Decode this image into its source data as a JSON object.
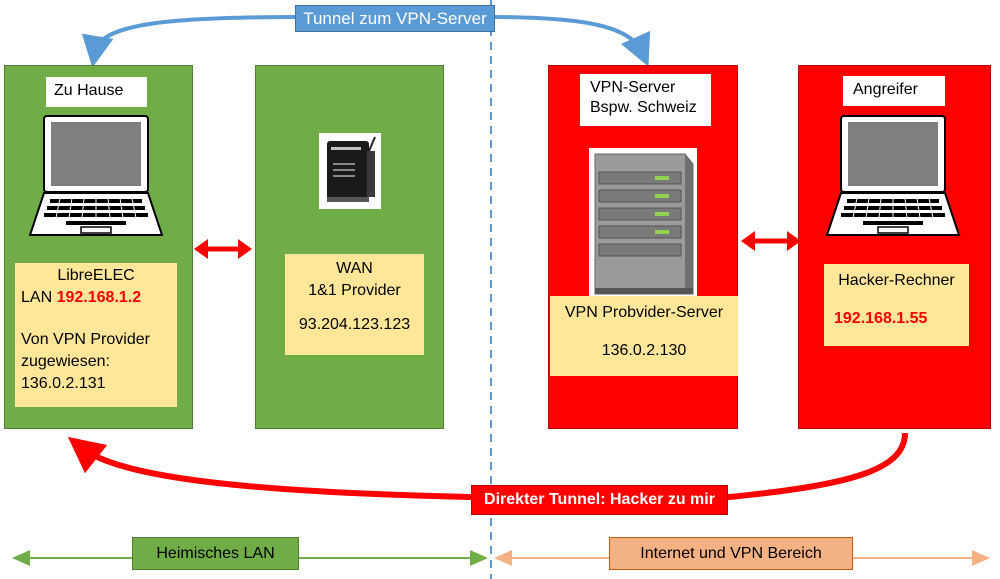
{
  "top_tunnel": {
    "label": "Tunnel zum VPN-Server",
    "color": "#5b9bd5"
  },
  "home": {
    "title": "Zu Hause",
    "info_line1": "LibreELEC",
    "lan_prefix": "LAN ",
    "lan_ip": "192.168.1.2",
    "vpn_text1": "Von VPN Provider",
    "vpn_text2": "zugewiesen:",
    "vpn_ip": "136.0.2.131"
  },
  "router": {
    "line1": "WAN",
    "line2": "1&1 Provider",
    "ip": "93.204.123.123"
  },
  "vpn_server": {
    "title_line1": "VPN-Server",
    "title_line2": "Bspw. Schweiz",
    "info_line1": "VPN Probvider-Server",
    "ip": "136.0.2.130"
  },
  "attacker": {
    "title": "Angreifer",
    "info_line1": "Hacker-Rechner",
    "ip": "192.168.1.55"
  },
  "direct_tunnel": {
    "label": "Direkter Tunnel: Hacker zu mir",
    "color": "#ff0000"
  },
  "bottom": {
    "left_label": "Heimisches LAN",
    "right_label": "Internet und VPN Bereich",
    "left_color": "#70ad47",
    "right_color": "#f4b183"
  }
}
